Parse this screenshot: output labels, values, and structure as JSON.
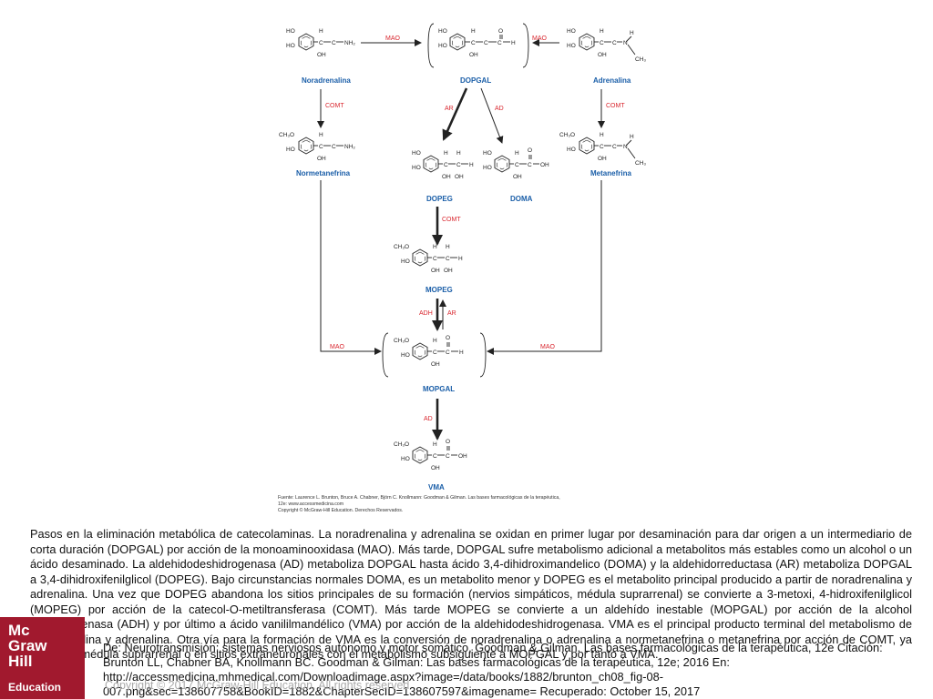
{
  "diagram": {
    "compounds": {
      "noradrenalina": "Noradrenalina",
      "dopgal": "DOPGAL",
      "adrenalina": "Adrenalina",
      "normetanefrina": "Normetanefrina",
      "dopeg": "DOPEG",
      "doma": "DOMA",
      "metanefrina": "Metanefrina",
      "mopeg": "MOPEG",
      "mopgal": "MOPGAL",
      "vma": "VMA"
    },
    "enzymes": {
      "mao": "MAO",
      "comt": "COMT",
      "ar": "AR",
      "ad": "AD",
      "adh": "ADH"
    },
    "chem": {
      "ho": "HO",
      "h": "H",
      "oh": "OH",
      "o": "O",
      "c": "C",
      "nh2": "NH₂",
      "n": "N",
      "ch3": "CH₃",
      "ch3o": "CH₃O"
    },
    "source_lines": [
      "Fuente: Laurence L. Brunton, Bruce A. Chabner, Björn C. Knollmann: Goodman & Gilman. Las bases farmacológicas de la terapéutica,",
      "12e: www.accessmedicina.com",
      "Copyright © McGraw-Hill Education. Derechos Reservados."
    ]
  },
  "caption": "Pasos en la eliminación metabólica de catecolaminas. La noradrenalina y adrenalina se oxidan en primer lugar por desaminación para dar origen a un intermediario de corta duración (DOPGAL) por acción de la monoaminooxidasa (MAO). Más tarde, DOPGAL sufre metabolismo adicional a metabolitos más estables como un alcohol o un ácido desaminado. La aldehidodeshidrogenasa (AD) metaboliza DOPGAL hasta ácido 3,4-dihidroximandelico (DOMA) y la aldehidorreductasa (AR) metaboliza DOPGAL a 3,4-dihidroxifenilglicol (DOPEG). Bajo circunstancias normales DOMA, es un metabolito menor y DOPEG es el metabolito principal producido a partir de noradrenalina y adrenalina. Una vez que DOPEG abandona los sitios principales de su formación (nervios simpáticos, médula suprarrenal) se convierte a 3-metoxi, 4-hidroxifenilglicol (MOPEG) por acción de la catecol-O-metiltransferasa (COMT). Más tarde MOPEG se convierte a un aldehído inestable (MOPGAL) por acción de la alcohol deshidrogenasa (ADH) y por último a ácido vanililmandélico (VMA) por acción de la aldehidodeshidrogenasa. VMA es el principal producto terminal del metabolismo de noradrenalina y adrenalina. Otra vía para la formación de VMA es la conversión de noradrenalina o adrenalina a normetanefrina o metanefrina por acción de COMT, ya sea en la médula suprarrenal o en sitios extraneuronales con el metabolismo subsiguiente a MOPGAL y por tanto a VMA.",
  "citation": "De: Neurotransmisión: sistemas nerviosos autónomo y motor somático, Goodman & Gilman. Las bases farmacológicas de la terapéutica, 12e Citación: Brunton LL, Chabner BA, Knollmann BC. Goodman & Gilman: Las bases farmacológicas de la terapéutica, 12e; 2016 En: http://accessmedicina.mhmedical.com/Downloadimage.aspx?image=/data/books/1882/brunton_ch08_fig-08-007.png&sec=138607758&BookID=1882&ChapterSecID=138607597&imagename= Recuperado: October 15, 2017",
  "copyright": "Copyright © 2017 McGraw-Hill Education. All rights reserved",
  "logo": {
    "line1": "Mc",
    "line2": "Graw",
    "line3": "Hill",
    "line4": "Education",
    "brand_color": "#a1192e"
  },
  "colors": {
    "compound_label": "#1a5ea8",
    "enzyme_label": "#d9262e"
  }
}
